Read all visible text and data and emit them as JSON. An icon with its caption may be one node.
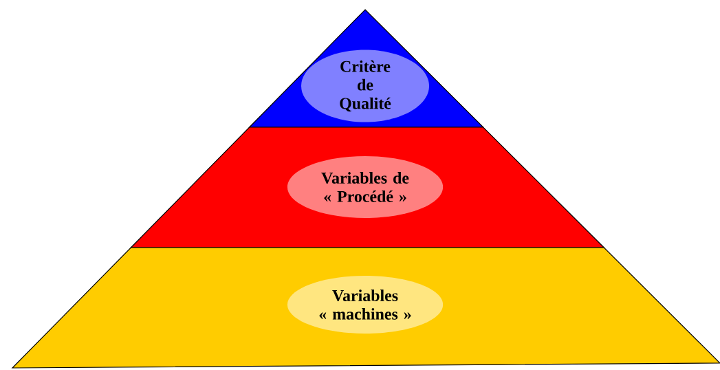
{
  "diagram": {
    "nodes": [
      {
        "text": [],
        "shape": "triangle"
      },
      {
        "text": [
          "Critère de Qualité"
        ],
        "in": 0
      },
      {
        "text": [],
        "shape": "trapezoid"
      },
      {
        "text": [
          "Variables de « Procédé »"
        ],
        "in": 2
      },
      {
        "text": [],
        "shape": "trapezoid"
      },
      {
        "text": [
          "Variables « machines »"
        ],
        "in": 4
      }
    ]
  }
}
